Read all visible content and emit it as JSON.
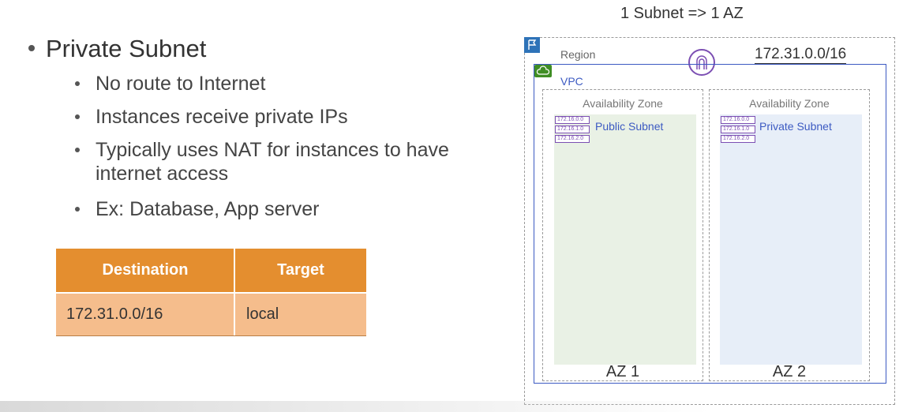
{
  "bullets": {
    "title": "Private Subnet",
    "items": [
      "No route to Internet",
      "Instances receive private IPs",
      "Typically uses NAT for instances to have",
      "internet access",
      "Ex: Database, App server"
    ]
  },
  "route_table": {
    "headers": [
      "Destination",
      "Target"
    ],
    "rows": [
      [
        "172.31.0.0/16",
        "local"
      ]
    ]
  },
  "diagram": {
    "note": "1 Subnet => 1 AZ",
    "region_label": "Region",
    "region_cidr": "172.31.0.0/16",
    "vpc_label": "VPC",
    "zones": [
      {
        "title": "Availability Zone",
        "subnet": "Public Subnet",
        "ips": [
          "172.16.0.0",
          "172.16.1.0",
          "172.16.2.0"
        ],
        "footer": "AZ 1"
      },
      {
        "title": "Availability Zone",
        "subnet": "Private Subnet",
        "ips": [
          "172.16.0.0",
          "172.16.1.0",
          "172.16.2.0"
        ],
        "footer": "AZ 2"
      }
    ]
  },
  "colors": {
    "table_header": "#e48e2f",
    "table_row": "#f5bd8c",
    "vpc_border": "#3c5ac2",
    "public_fill": "#e9f1e5",
    "private_fill": "#e7eef8",
    "subnet_accent": "#7c4fb3"
  }
}
